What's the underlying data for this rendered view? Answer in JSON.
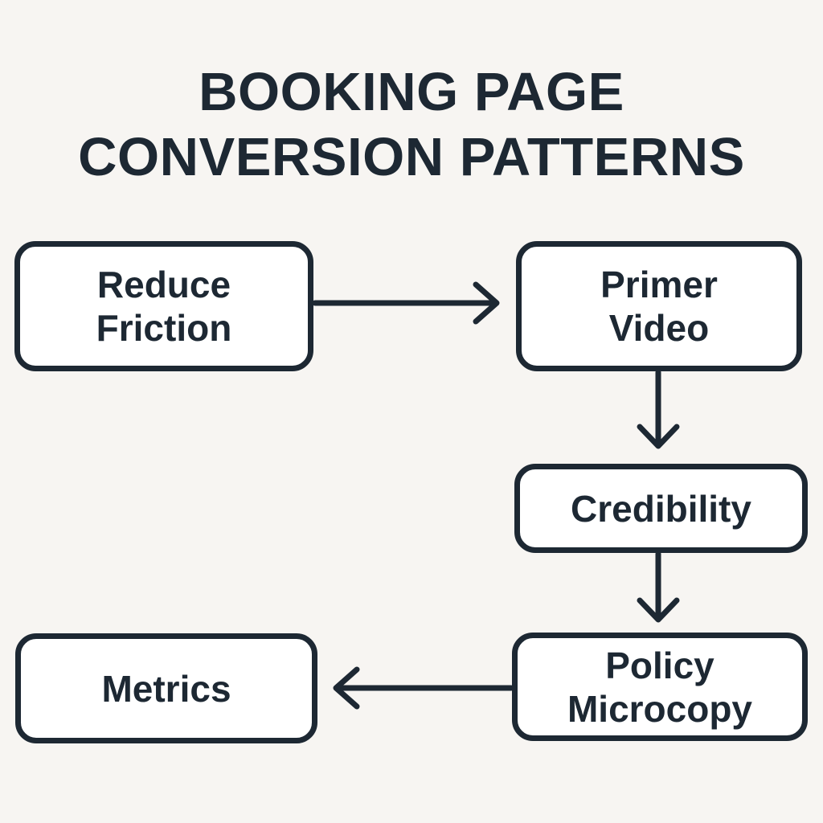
{
  "page": {
    "background_color": "#f7f5f2",
    "ink_color": "#1d2833",
    "node_fill_color": "#ffffff"
  },
  "title": {
    "line1": "BOOKING PAGE",
    "line2": "CONVERSION PATTERNS"
  },
  "nodes": [
    {
      "id": "reduce-friction",
      "label": "Reduce Friction",
      "label_lines": [
        "Reduce",
        "Friction"
      ]
    },
    {
      "id": "primer-video",
      "label": "Primer Video",
      "label_lines": [
        "Primer",
        "Video"
      ]
    },
    {
      "id": "credibility",
      "label": "Credibility",
      "label_lines": [
        "Credibility"
      ]
    },
    {
      "id": "policy-microcopy",
      "label": "Policy Microcopy",
      "label_lines": [
        "Policy",
        "Microcopy"
      ]
    },
    {
      "id": "metrics",
      "label": "Metrics",
      "label_lines": [
        "Metrics"
      ]
    }
  ],
  "edges": [
    {
      "from": "reduce-friction",
      "to": "primer-video",
      "direction": "right"
    },
    {
      "from": "primer-video",
      "to": "credibility",
      "direction": "down"
    },
    {
      "from": "credibility",
      "to": "policy-microcopy",
      "direction": "down"
    },
    {
      "from": "policy-microcopy",
      "to": "metrics",
      "direction": "left"
    }
  ]
}
